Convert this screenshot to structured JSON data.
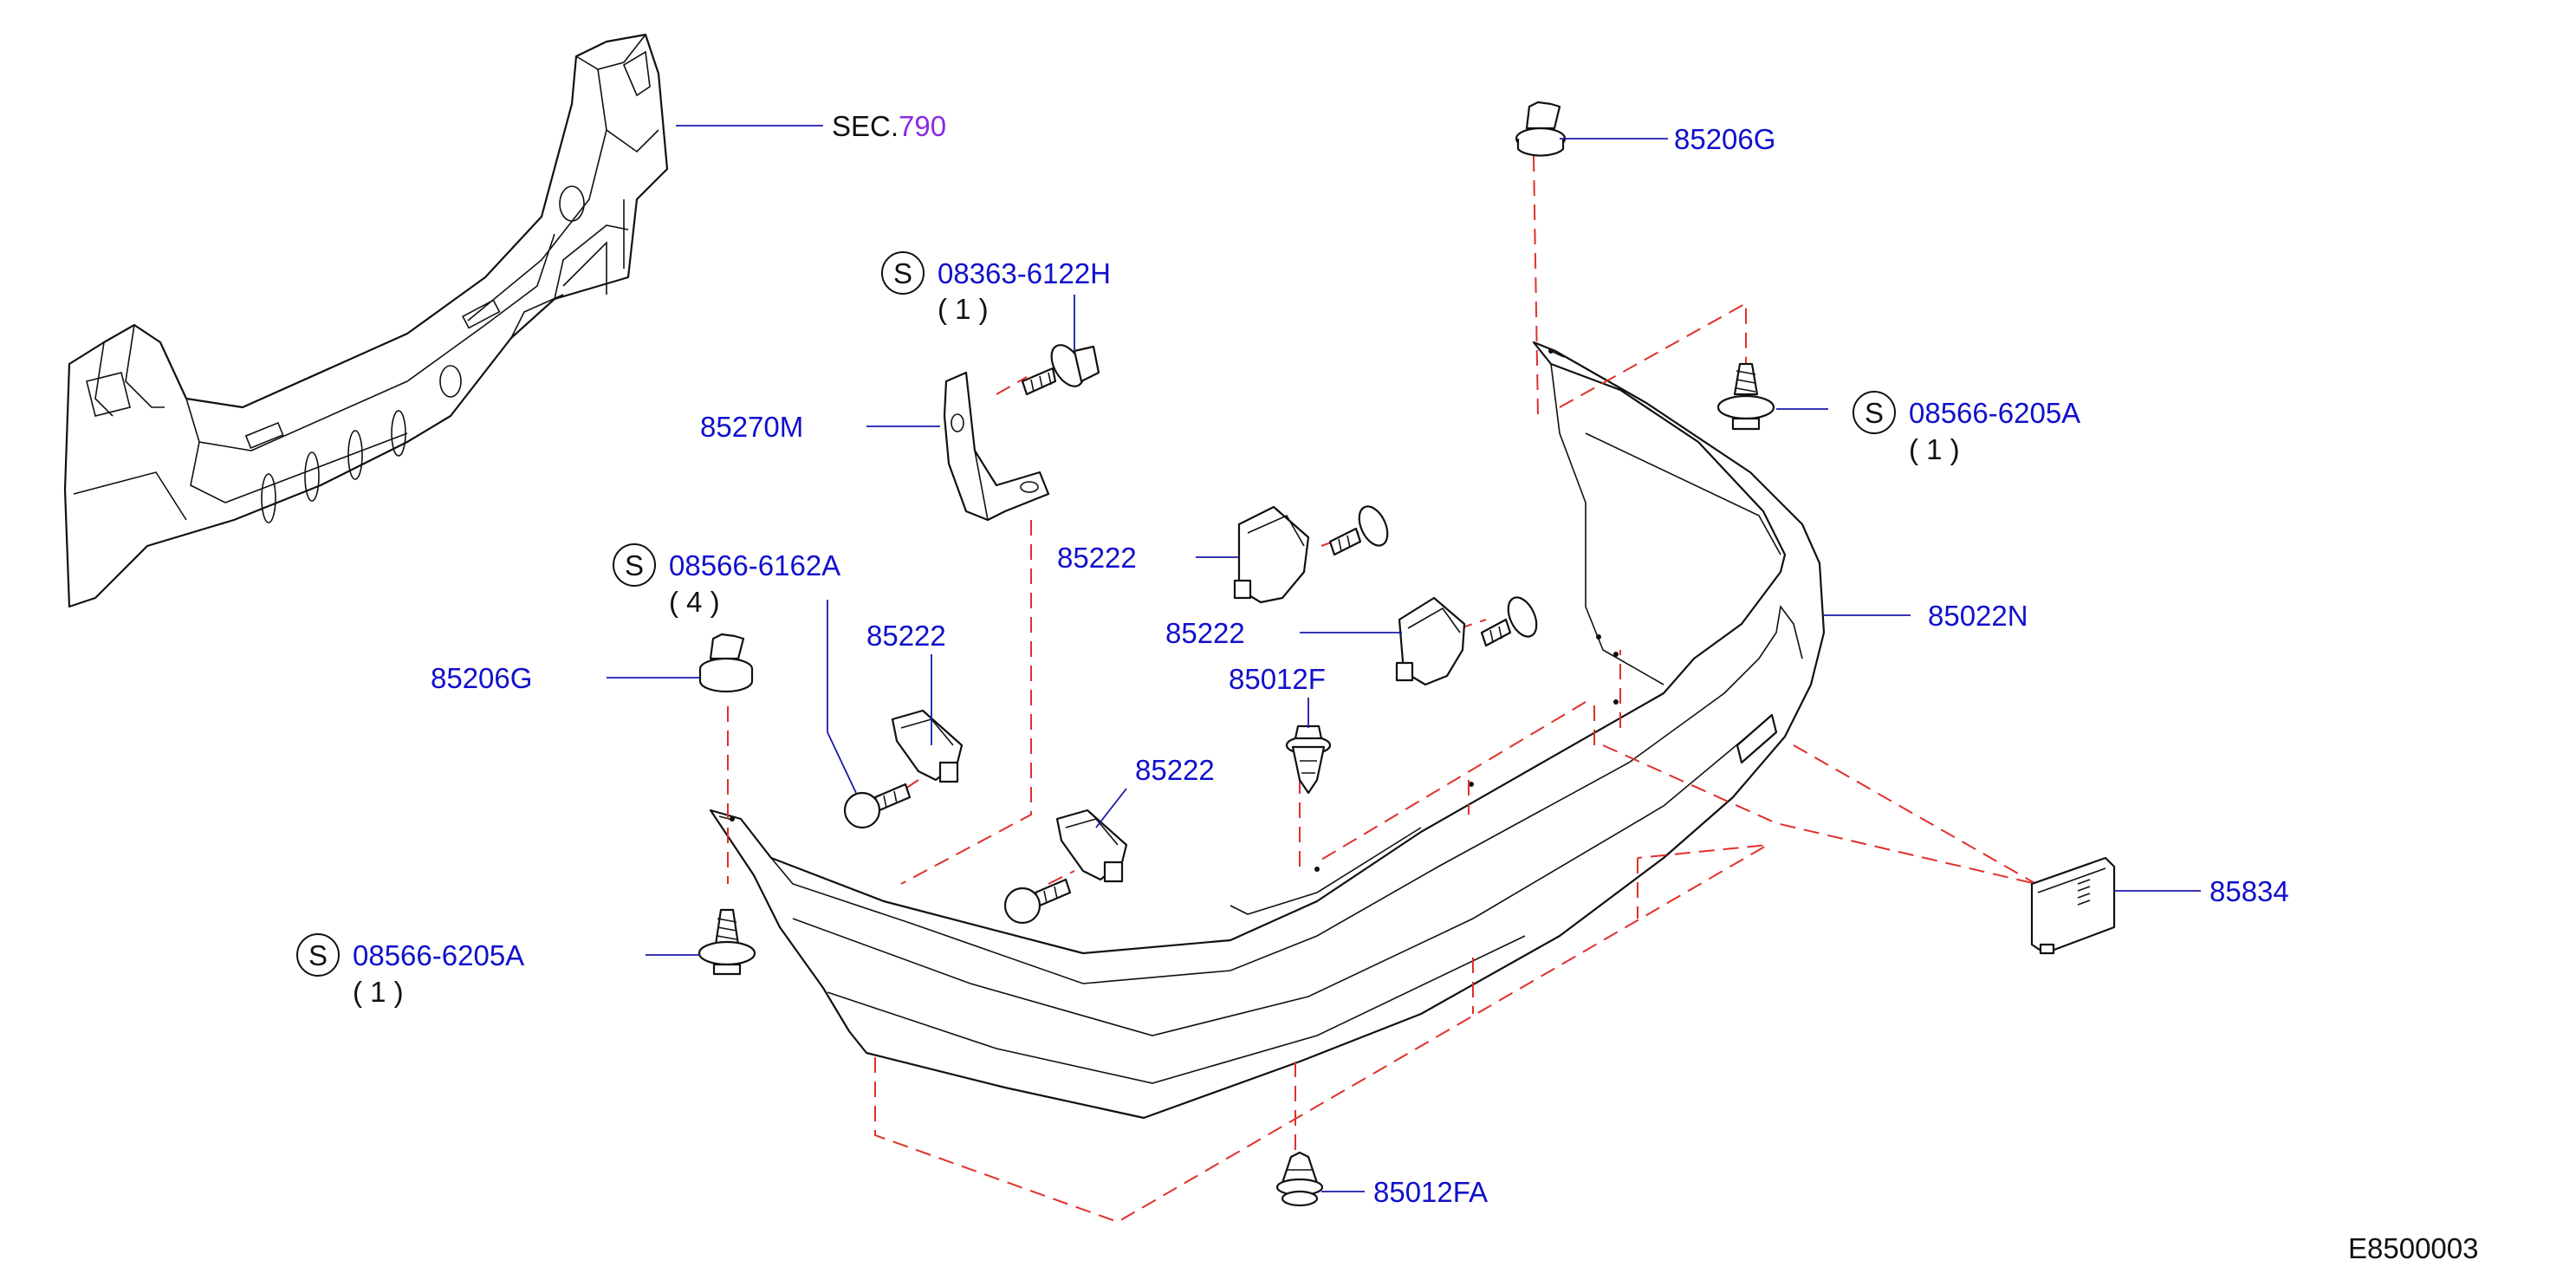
{
  "colors": {
    "part_number": "#1010cc",
    "section_ref": "#8a2be2",
    "text": "#111111",
    "dashed_line": "#e0302a",
    "leader_line": "#1a1aa8"
  },
  "section_ref": {
    "prefix": "SEC.",
    "number": "790"
  },
  "standard_marker": "S",
  "callouts": {
    "c85206G_top": "85206G",
    "c08363": "08363-6122H",
    "c08363_qty": "( 1 )",
    "c85270M": "85270M",
    "c08566_6205A_right": "08566-6205A",
    "c08566_6205A_right_qty": "( 1 )",
    "c85222_a": "85222",
    "c85222_b": "85222",
    "c85222_c": "85222",
    "c85222_d": "85222",
    "c08566_6162A": "08566-6162A",
    "c08566_6162A_qty": "( 4 )",
    "c85206G_left": "85206G",
    "c85012F": "85012F",
    "c85022N": "85022N",
    "c85834": "85834",
    "c08566_6205A_left": "08566-6205A",
    "c08566_6205A_left_qty": "( 1 )",
    "c85012FA": "85012FA"
  },
  "diagram_code": "E8500003"
}
